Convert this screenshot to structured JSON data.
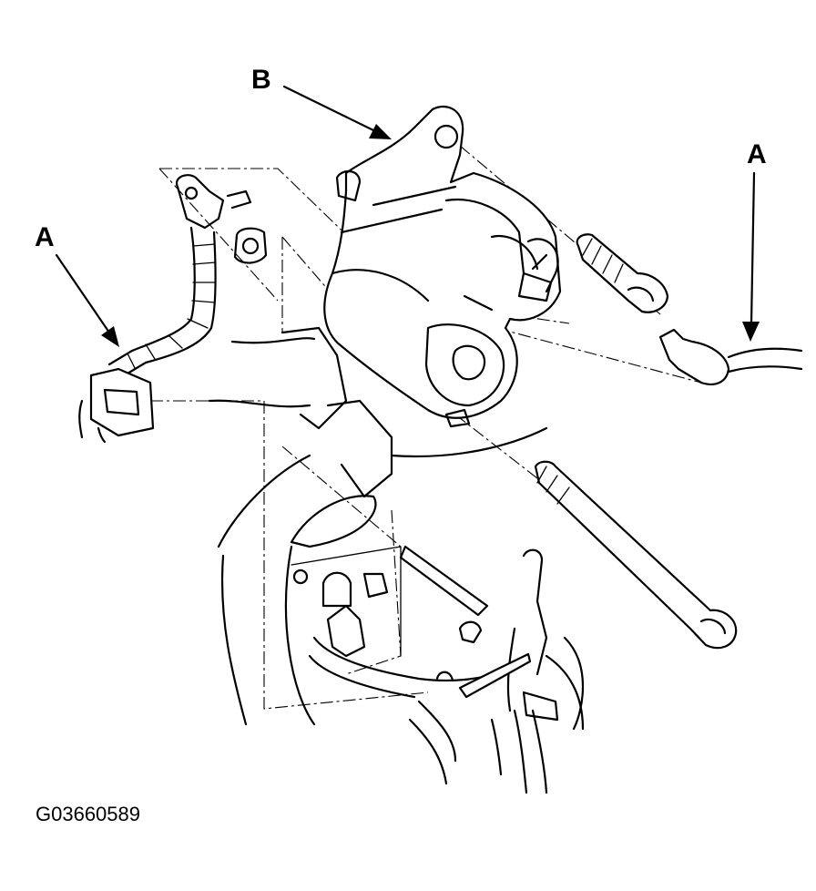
{
  "callouts": {
    "left": "A",
    "top": "B",
    "right": "A"
  },
  "figure_id": "G03660589"
}
